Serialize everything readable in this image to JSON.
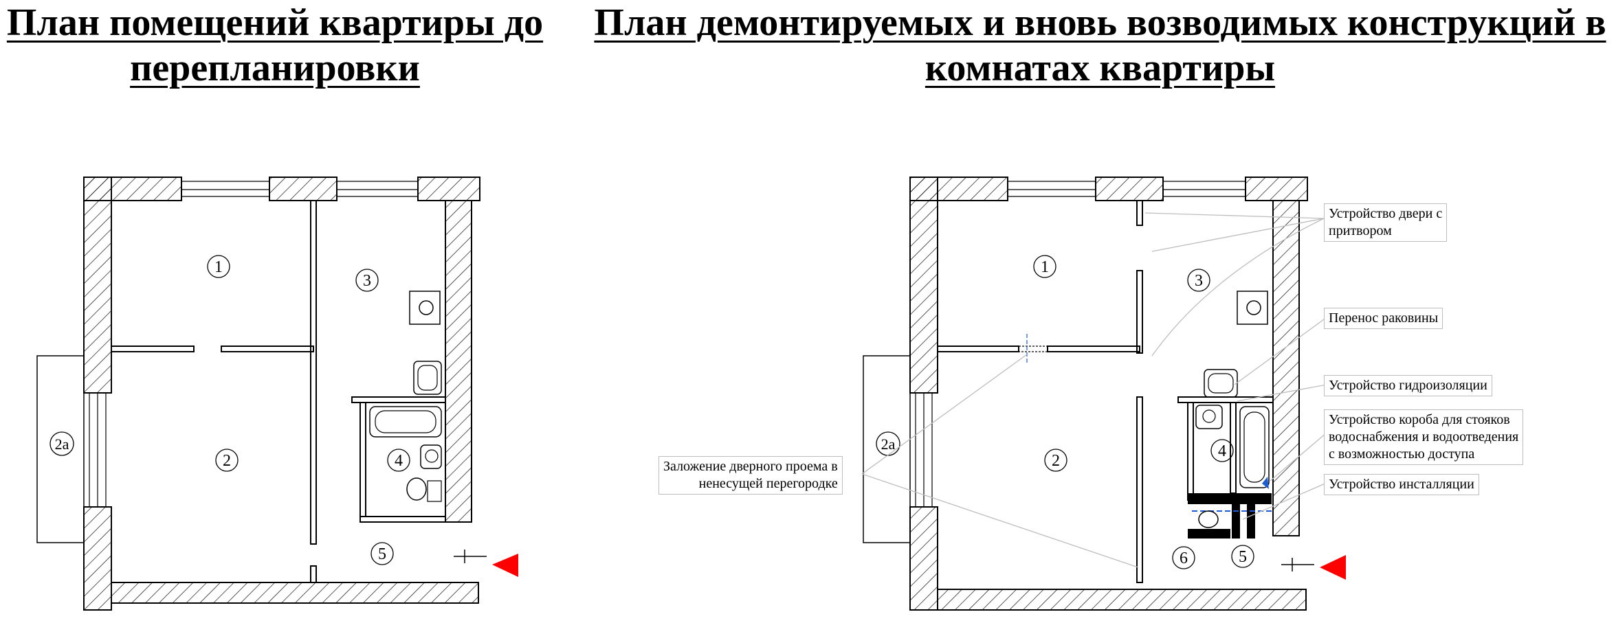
{
  "titles": {
    "left_line1": "План помещений квартиры до",
    "left_line2": "перепланировки",
    "right_line1": "План демонтируемых и вновь возводимых конструкций в",
    "right_line2": "комнатах квартиры"
  },
  "rooms_before": [
    "1",
    "2",
    "2а",
    "3",
    "4",
    "5"
  ],
  "rooms_after": [
    "1",
    "2",
    "2а",
    "3",
    "4",
    "5",
    "6"
  ],
  "callouts": {
    "door": [
      "Устройство двери с",
      "притвором"
    ],
    "sink": [
      "Перенос раковины"
    ],
    "waterproof": [
      "Устройство гидроизоляции"
    ],
    "box": [
      "Устройство короба для стояков",
      "водоснабжения и водоотведения",
      "с возможностью доступа"
    ],
    "install": [
      "Устройство инсталляции"
    ],
    "opening": [
      "Заложение дверного проема в",
      "ненесущей перегородке"
    ]
  },
  "colors": {
    "entry_arrow": "#ff0000",
    "marker": "#1a5bd6",
    "hatch": "#000000"
  }
}
